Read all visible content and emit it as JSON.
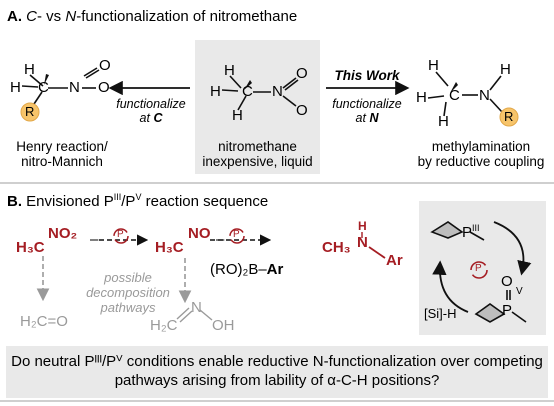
{
  "section_a": {
    "label": "A.",
    "title_pre": "C",
    "title_mid": "- vs",
    "title_n": "N",
    "title_post": "-functionalization of nitromethane"
  },
  "section_b": {
    "label": "B.",
    "title_pre": "Envisioned P",
    "sup1": "III",
    "slash": "/P",
    "sup2": "V",
    "title_post": "reaction sequence"
  },
  "left_product": {
    "caption_line1": "Henry reaction/",
    "caption_line2": "nitro-Mannich",
    "r_label": "R"
  },
  "left_arrow": {
    "line1": "functionalize",
    "line2_pre": "at",
    "line2_atom": "C"
  },
  "center": {
    "caption_line1": "nitromethane",
    "caption_line2": "inexpensive, liquid"
  },
  "right_arrow": {
    "header": "This Work",
    "line1": "functionalize",
    "line2_pre": "at",
    "line2_atom": "N"
  },
  "right_product": {
    "caption_line1": "methylamination",
    "caption_line2": "by reductive coupling",
    "r_label": "R"
  },
  "atoms": {
    "H": "H",
    "C": "C",
    "N": "N",
    "O": "O"
  },
  "sequence": {
    "step1_h3c": "H₃C",
    "step1_no2": "NO₂",
    "step2_h3c": "H₃C",
    "step2_no": "NO",
    "step3_ch3": "CH₃",
    "step3_nh": "H",
    "step3_n": "N",
    "step3_ar": "Ar",
    "minus1": "–",
    "minus2": "–",
    "boronic_pre": "(RO)₂B–",
    "boronic_ar": "Ar",
    "p_badge": "P"
  },
  "decomposition": {
    "line1": "possible",
    "line2": "decomposition",
    "line3": "pathways",
    "formaldehyde": "H₂C=O",
    "oxime_h2c": "H₂C",
    "oxime_n": "N",
    "oxime_oh": "OH"
  },
  "cycle": {
    "p_iii": "P",
    "p_iii_sup": "III",
    "p_v": "P",
    "p_v_sup": "V",
    "oxo": "O",
    "silane": "[Si]-H",
    "p_badge": "P"
  },
  "question": {
    "text": "Do neutral Pᴵᴵᴵ/Pⱽ conditions enable reductive N-functionalization over competing pathways arising from lability of α-C-H positions?"
  },
  "colors": {
    "accent_red": "#a51d23",
    "r_fill": "#f7c46a",
    "box_grey": "#e9e9e9",
    "decomp_grey": "#9a9a9a"
  }
}
